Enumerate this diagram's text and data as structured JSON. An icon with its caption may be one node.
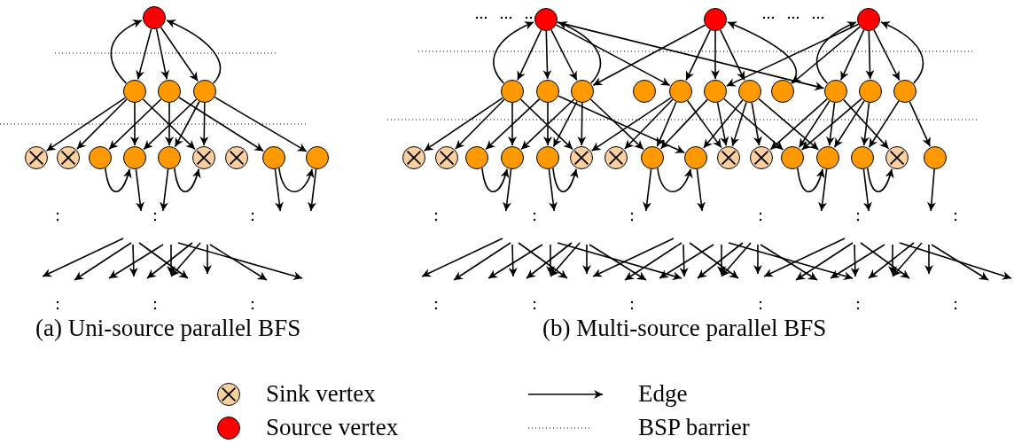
{
  "diagram": {
    "nodes": [
      {
        "text": [],
        "shape": "circle"
      },
      {
        "text": [],
        "shape": "circle"
      },
      {
        "text": [],
        "shape": "circle"
      },
      {
        "text": [],
        "shape": "circle"
      },
      {
        "text": [],
        "shape": "circle"
      },
      {
        "text": [],
        "shape": "circle"
      },
      {
        "text": [],
        "shape": "circle"
      },
      {
        "text": [],
        "shape": "circle"
      },
      {
        "text": [],
        "shape": "circle"
      },
      {
        "text": [],
        "shape": "circle"
      },
      {
        "text": [],
        "shape": "circle"
      },
      {
        "text": [],
        "shape": "circle"
      },
      {
        "text": [],
        "shape": "circle"
      },
      {
        "text": [],
        "shape": "circle"
      },
      {
        "text": [],
        "shape": "circle"
      },
      {
        "text": [],
        "shape": "circle"
      },
      {
        "text": [],
        "shape": "circle"
      },
      {
        "text": [],
        "shape": "circle"
      },
      {
        "text": [],
        "shape": "circle"
      },
      {
        "text": [],
        "shape": "circle"
      },
      {
        "text": [],
        "shape": "circle"
      },
      {
        "text": [],
        "shape": "circle"
      },
      {
        "text": [],
        "shape": "circle"
      },
      {
        "text": [],
        "shape": "circle"
      },
      {
        "text": [],
        "shape": "circle"
      },
      {
        "text": [],
        "shape": "circle"
      },
      {
        "text": [],
        "shape": "circle"
      },
      {
        "text": [],
        "shape": "circle"
      },
      {
        "text": [],
        "shape": "circle"
      },
      {
        "text": [],
        "shape": "circle"
      },
      {
        "text": [],
        "shape": "circle"
      },
      {
        "text": [],
        "shape": "circle"
      },
      {
        "text": [],
        "shape": "circle"
      },
      {
        "text": [],
        "shape": "circle"
      },
      {
        "text": [],
        "shape": "circle"
      },
      {
        "text": [],
        "shape": "circle"
      },
      {
        "text": [],
        "shape": "circle"
      },
      {
        "text": [],
        "shape": "circle"
      },
      {
        "text": [],
        "shape": "circle"
      },
      {
        "text": [],
        "shape": "circle"
      },
      {
        "text": [],
        "shape": "circle"
      },
      {
        "text": [],
        "shape": "circle"
      },
      {
        "text": [],
        "shape": "circle"
      }
    ],
    "edges": [
      {
        "from": 0,
        "to": 1,
        "arrow": "to"
      },
      {
        "from": 0,
        "to": 2,
        "arrow": "to"
      },
      {
        "from": 0,
        "to": 3,
        "arrow": "to"
      },
      {
        "from": 1,
        "to": 0,
        "arrow": "to"
      },
      {
        "from": 3,
        "to": 0,
        "arrow": "to"
      },
      {
        "from": 1,
        "to": 4,
        "arrow": "to"
      },
      {
        "from": 1,
        "to": 5,
        "arrow": "to"
      },
      {
        "from": 1,
        "to": 7,
        "arrow": "to"
      },
      {
        "from": 1,
        "to": 9,
        "arrow": "to"
      },
      {
        "from": 2,
        "to": 6,
        "arrow": "to"
      },
      {
        "from": 2,
        "to": 8,
        "arrow": "to"
      },
      {
        "from": 2,
        "to": 11,
        "arrow": "to"
      },
      {
        "from": 3,
        "to": 7,
        "arrow": "to"
      },
      {
        "from": 3,
        "to": 8,
        "arrow": "to"
      },
      {
        "from": 3,
        "to": 9,
        "arrow": "to"
      },
      {
        "from": 3,
        "to": 12,
        "arrow": "to"
      },
      {
        "from": 6,
        "to": 7,
        "arrow": "to"
      },
      {
        "from": 8,
        "to": 9,
        "arrow": "to"
      },
      {
        "from": 11,
        "to": 12,
        "arrow": "to"
      },
      {
        "from": 7,
        "to": null,
        "arrow": "to"
      },
      {
        "from": 8,
        "to": null,
        "arrow": "to"
      },
      {
        "from": 11,
        "to": null,
        "arrow": "to"
      },
      {
        "from": 12,
        "to": null,
        "arrow": "to"
      },
      {
        "from": 13,
        "to": 16,
        "arrow": "to"
      },
      {
        "from": 13,
        "to": 17,
        "arrow": "to"
      },
      {
        "from": 13,
        "to": 18,
        "arrow": "to"
      },
      {
        "from": 16,
        "to": 13,
        "arrow": "to"
      },
      {
        "from": 18,
        "to": 13,
        "arrow": "to"
      },
      {
        "from": 13,
        "to": 20,
        "arrow": "to"
      },
      {
        "from": 13,
        "to": 24,
        "arrow": "to"
      },
      {
        "from": 14,
        "to": 18,
        "arrow": "to"
      },
      {
        "from": 14,
        "to": 20,
        "arrow": "to"
      },
      {
        "from": 14,
        "to": 21,
        "arrow": "to"
      },
      {
        "from": 14,
        "to": 22,
        "arrow": "to"
      },
      {
        "from": 23,
        "to": 14,
        "arrow": "to"
      },
      {
        "from": 15,
        "to": 24,
        "arrow": "to"
      },
      {
        "from": 15,
        "to": 25,
        "arrow": "to"
      },
      {
        "from": 15,
        "to": 26,
        "arrow": "to"
      },
      {
        "from": 15,
        "to": 21,
        "arrow": "to"
      },
      {
        "from": 15,
        "to": 23,
        "arrow": "to"
      },
      {
        "from": 24,
        "to": 15,
        "arrow": "to"
      },
      {
        "from": 26,
        "to": 15,
        "arrow": "to"
      },
      {
        "from": 16,
        "to": 27,
        "arrow": "to"
      },
      {
        "from": 16,
        "to": 28,
        "arrow": "to"
      },
      {
        "from": 16,
        "to": 30,
        "arrow": "to"
      },
      {
        "from": 16,
        "to": 32,
        "arrow": "to"
      },
      {
        "from": 17,
        "to": 29,
        "arrow": "to"
      },
      {
        "from": 17,
        "to": 31,
        "arrow": "to"
      },
      {
        "from": 17,
        "to": 35,
        "arrow": "to"
      },
      {
        "from": 18,
        "to": 30,
        "arrow": "to"
      },
      {
        "from": 18,
        "to": 31,
        "arrow": "to"
      },
      {
        "from": 18,
        "to": 32,
        "arrow": "to"
      },
      {
        "from": 18,
        "to": 34,
        "arrow": "to"
      },
      {
        "from": 20,
        "to": 32,
        "arrow": "to"
      },
      {
        "from": 20,
        "to": 33,
        "arrow": "to"
      },
      {
        "from": 20,
        "to": 34,
        "arrow": "to"
      },
      {
        "from": 20,
        "to": 36,
        "arrow": "to"
      },
      {
        "from": 21,
        "to": 34,
        "arrow": "to"
      },
      {
        "from": 21,
        "to": 36,
        "arrow": "to"
      },
      {
        "from": 21,
        "to": 38,
        "arrow": "to"
      },
      {
        "from": 22,
        "to": 35,
        "arrow": "to"
      },
      {
        "from": 22,
        "to": 36,
        "arrow": "to"
      },
      {
        "from": 22,
        "to": 37,
        "arrow": "to"
      },
      {
        "from": 22,
        "to": 39,
        "arrow": "to"
      },
      {
        "from": 24,
        "to": 37,
        "arrow": "to"
      },
      {
        "from": 24,
        "to": 38,
        "arrow": "to"
      },
      {
        "from": 24,
        "to": 39,
        "arrow": "to"
      },
      {
        "from": 24,
        "to": 41,
        "arrow": "to"
      },
      {
        "from": 25,
        "to": 38,
        "arrow": "to"
      },
      {
        "from": 25,
        "to": 39,
        "arrow": "to"
      },
      {
        "from": 25,
        "to": 40,
        "arrow": "to"
      },
      {
        "from": 26,
        "to": 40,
        "arrow": "to"
      },
      {
        "from": 26,
        "to": 42,
        "arrow": "to"
      },
      {
        "from": 29,
        "to": 30,
        "arrow": "to"
      },
      {
        "from": 31,
        "to": 32,
        "arrow": "to"
      },
      {
        "from": 34,
        "to": 35,
        "arrow": "to"
      },
      {
        "from": 38,
        "to": 39,
        "arrow": "to"
      },
      {
        "from": 40,
        "to": 41,
        "arrow": "to"
      },
      {
        "from": 30,
        "to": null,
        "arrow": "to"
      },
      {
        "from": 31,
        "to": null,
        "arrow": "to"
      },
      {
        "from": 34,
        "to": null,
        "arrow": "to"
      },
      {
        "from": 35,
        "to": null,
        "arrow": "to"
      },
      {
        "from": 39,
        "to": null,
        "arrow": "to"
      },
      {
        "from": 40,
        "to": null,
        "arrow": "to"
      },
      {
        "from": 42,
        "to": null,
        "arrow": "to"
      }
    ],
    "labels": [
      "(a) Uni-source parallel BFS",
      "(b) Multi-source parallel BFS"
    ],
    "legend": [
      {
        "text": "Sink vertex"
      },
      {
        "text": "Source vertex",
        "color": "#ff0000"
      },
      {
        "text": "Edge"
      },
      {
        "text": "BSP barrier"
      }
    ]
  }
}
